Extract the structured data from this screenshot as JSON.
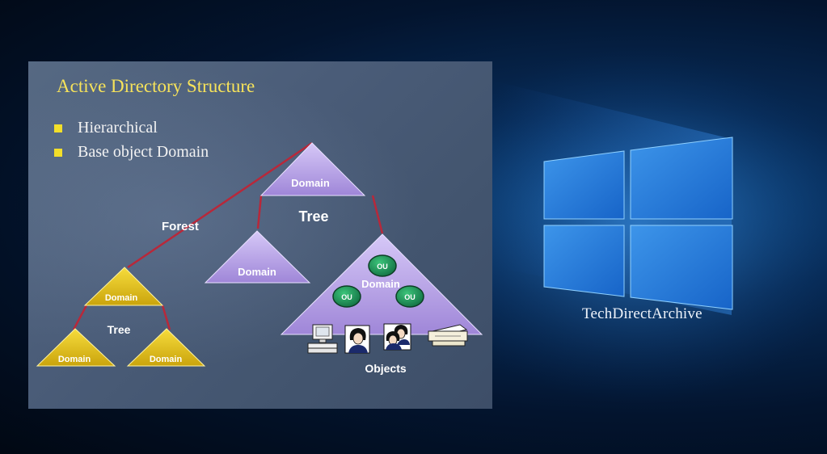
{
  "watermark": "TechDirectArchive",
  "slide": {
    "title": "Active Directory Structure",
    "bullets": [
      {
        "text": "Hierarchical"
      },
      {
        "text": "Base object Domain"
      }
    ]
  },
  "diagram": {
    "forest_label": "Forest",
    "tree_main_label": "Tree",
    "tree_small_label": "Tree",
    "objects_label": "Objects",
    "domain_label": "Domain",
    "ou_label": "OU",
    "icons": [
      "computer-icon",
      "user-icon",
      "group-icon",
      "printer-icon"
    ],
    "colors": {
      "purple_domain": "#b49ee6",
      "yellow_domain": "#e9c61a",
      "ou_node": "#1f9a57",
      "link": "#b8283a",
      "title": "#f7e35a"
    }
  }
}
